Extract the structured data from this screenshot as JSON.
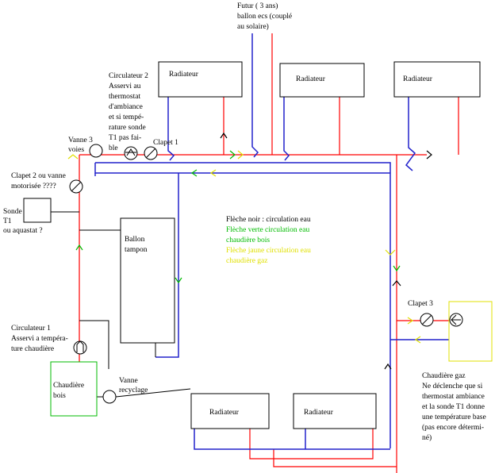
{
  "colors": {
    "hot_pipe": "#ff0000",
    "return_pipe": "#2222cc",
    "flow_arrow": "#000000",
    "wood_boiler_flow": "#00bb00",
    "gas_boiler_flow": "#e0e000",
    "wood_boiler_border": "#00bb00",
    "gas_boiler_border": "#e0e000"
  },
  "labels": {
    "futur_line1": "Futur ( 3 ans)",
    "futur_line2": "ballon ecs (couplé",
    "futur_line3": "au solaire)",
    "radiateur_top1": "Radiateur",
    "radiateur_top2": "Radiateur",
    "radiateur_top3": "Radiateur",
    "radiateur_bottom1": "Radiateur",
    "radiateur_bottom2": "Radiateur",
    "circulateur2_line1": "Circulateur 2",
    "circulateur2_line2": "Asservi au",
    "circulateur2_line3": "thermostat",
    "circulateur2_line4": "d'ambiance",
    "circulateur2_line5": "et si tempé-",
    "circulateur2_line6": "rature sonde",
    "circulateur2_line7": "T1 pas fai-",
    "circulateur2_line8": "ble",
    "clapet1": "Clapet 1",
    "vanne3_line1": "Vanne 3",
    "vanne3_line2": "voies",
    "clapet2_line1": "Clapet 2  ou vanne",
    "clapet2_line2": "motorisée ????",
    "sonde_line1": "Sonde",
    "sonde_line2": "T1",
    "sonde_line3": "ou aquastat ?",
    "ballon_line1": "Ballon",
    "ballon_line2": "tampon",
    "circulateur1_line1": "Circulateur 1",
    "circulateur1_line2": "Asservi a tempéra-",
    "circulateur1_line3": "ture chaudière",
    "chaudiere_bois_line1": "Chaudière",
    "chaudiere_bois_line2": "bois",
    "vanne_recyclage_line1": "Vanne",
    "vanne_recyclage_line2": "recyclage",
    "clapet3": "Clapet 3",
    "chaudiere_gaz_line1": "Chaudière gaz",
    "chaudiere_gaz_line2": "Ne déclenche que si",
    "chaudiere_gaz_line3": "thermostat ambiance",
    "chaudiere_gaz_line4": "et la sonde T1  donne",
    "chaudiere_gaz_line5": "une température base",
    "chaudiere_gaz_line6": "(pas encore détermi-",
    "chaudiere_gaz_line7": "né)"
  },
  "legend": {
    "black_line1": "Flèche noir : circulation eau",
    "green_line1": "Flèche verte circulation eau",
    "green_line2": "chaudière bois",
    "yellow_line1": "Flèche jaune circulation eau",
    "yellow_line2": "chaudière gaz"
  }
}
